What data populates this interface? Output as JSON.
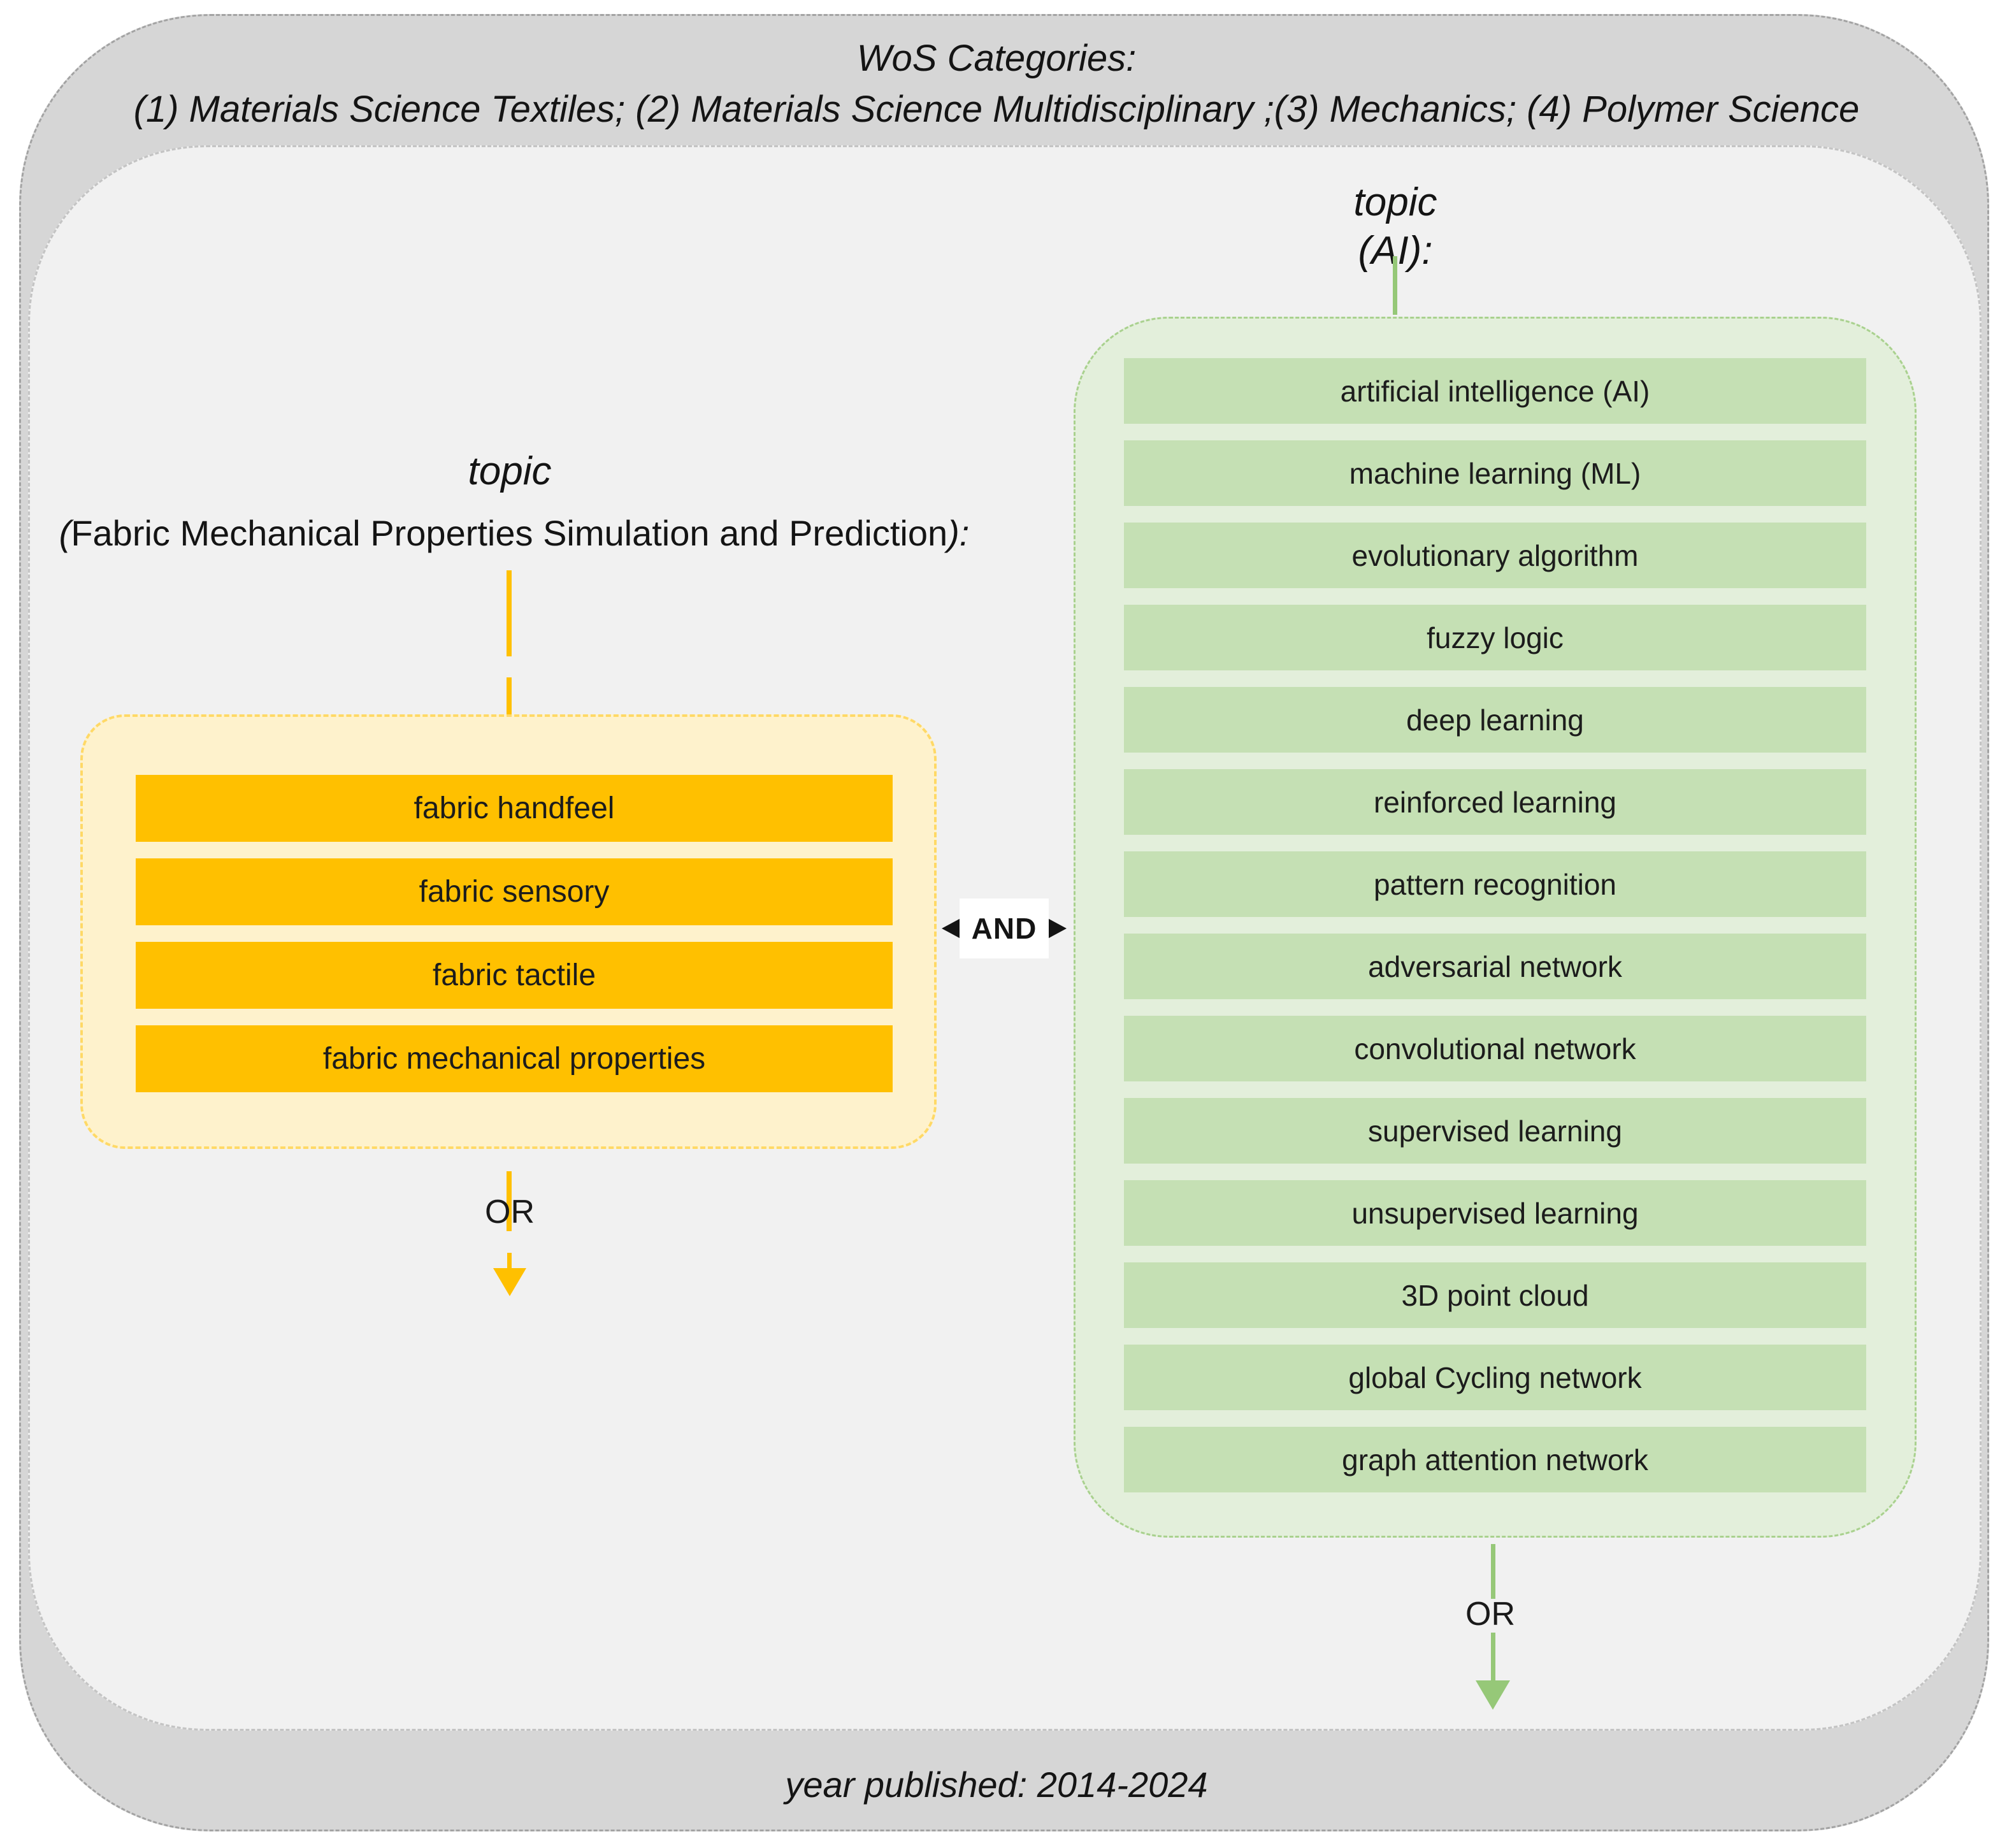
{
  "header": {
    "line1": "WoS Categories:",
    "line2": "(1) Materials Science Textiles; (2) Materials Science Multidisciplinary ;(3) Mechanics; (4) Polymer Science"
  },
  "footer": {
    "text": "year published: 2014-2024"
  },
  "left_group": {
    "label": "topic",
    "sublabel_prefix": "(",
    "sublabel_body": "Fabric Mechanical Properties Simulation and Prediction",
    "sublabel_suffix": "):",
    "items": [
      "fabric handfeel",
      "fabric sensory",
      "fabric tactile",
      "fabric mechanical properties"
    ],
    "or_label": "OR"
  },
  "right_group": {
    "label": "topic",
    "sublabel": "(AI):",
    "items": [
      "artificial intelligence (AI)",
      "machine learning (ML)",
      "evolutionary algorithm",
      "fuzzy logic",
      "deep learning",
      "reinforced learning",
      "pattern recognition",
      "adversarial network",
      "convolutional network",
      "supervised learning",
      "unsupervised learning",
      "3D point cloud",
      "global Cycling network",
      "graph attention network"
    ],
    "or_label": "OR"
  },
  "connector": {
    "and_label": "AND"
  },
  "colors": {
    "outer_fill": "#d6d6d6",
    "inner_fill": "#f1f1f1",
    "gold_bar": "#ffc000",
    "gold_box_fill": "#fef2cc",
    "gold_box_border": "#ffd966",
    "green_bar": "#c5e0b4",
    "green_box_fill": "#e3efdb",
    "green_box_border": "#a9d18e",
    "green_arrow": "#96c878",
    "and_arrow": "#141414"
  }
}
